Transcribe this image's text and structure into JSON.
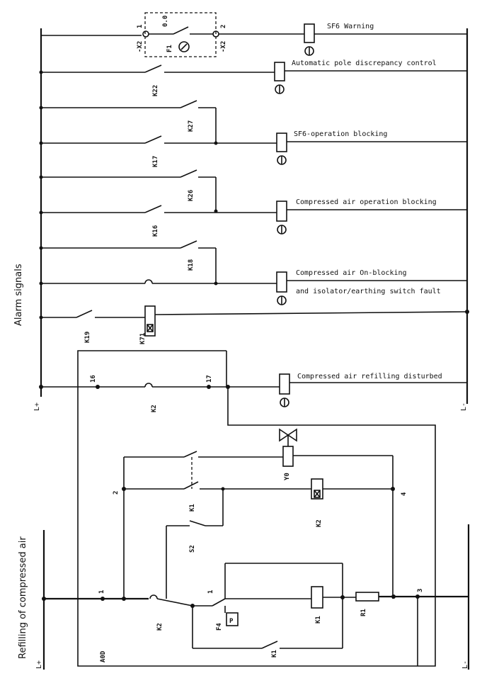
{
  "sections": {
    "alarm": "Alarm signals",
    "refill": "Refilling of compressed air"
  },
  "rails": {
    "plus_top": "L+",
    "minus_top": "L-",
    "plus_bottom": "L+",
    "minus_bottom": "L-"
  },
  "alarms": [
    "SF6 Warning",
    "Automatic pole discrepancy control",
    "SF6-operation blocking",
    "Compressed air operation blocking",
    "Compressed air On-blocking",
    "and isolator/earthing switch fault",
    "Compressed air refilling disturbed"
  ],
  "components": {
    "f1": "F1",
    "x2a": "-X2",
    "x2b": "-X2",
    "t1": "1",
    "t2": "2",
    "dial": "0.0",
    "k22": "K22",
    "k27": "K27",
    "k17": "K17",
    "k26": "K26",
    "k16": "K16",
    "k18": "K18",
    "k19": "K19",
    "k71": "K71",
    "k2a": "K2",
    "t16": "16",
    "t17": "17",
    "y0": "Y0",
    "k1a": "K1",
    "k2b": "K2",
    "s2": "S2",
    "t2b": "2",
    "t4": "4",
    "t1b": "1",
    "t1c": "1",
    "t3": "3",
    "k2c": "K2",
    "f4": "F4",
    "p": "P",
    "k1b": "K1",
    "r1": "R1",
    "k1c": "K1",
    "a0d": "A0D"
  }
}
